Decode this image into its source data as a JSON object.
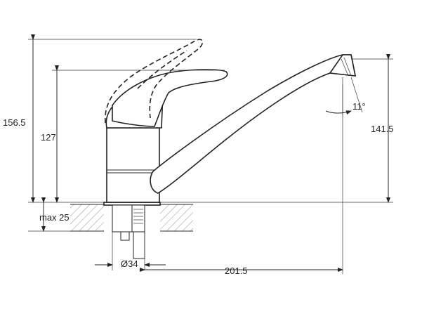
{
  "dimensions": {
    "overall_height": "156.5",
    "body_height": "127",
    "spout_height": "141.5",
    "max_thickness": "max 25",
    "hole_diameter": "Ø34",
    "spout_reach": "201.5",
    "aerator_angle": "11°"
  },
  "colors": {
    "line": "#222222",
    "background": "#ffffff"
  }
}
